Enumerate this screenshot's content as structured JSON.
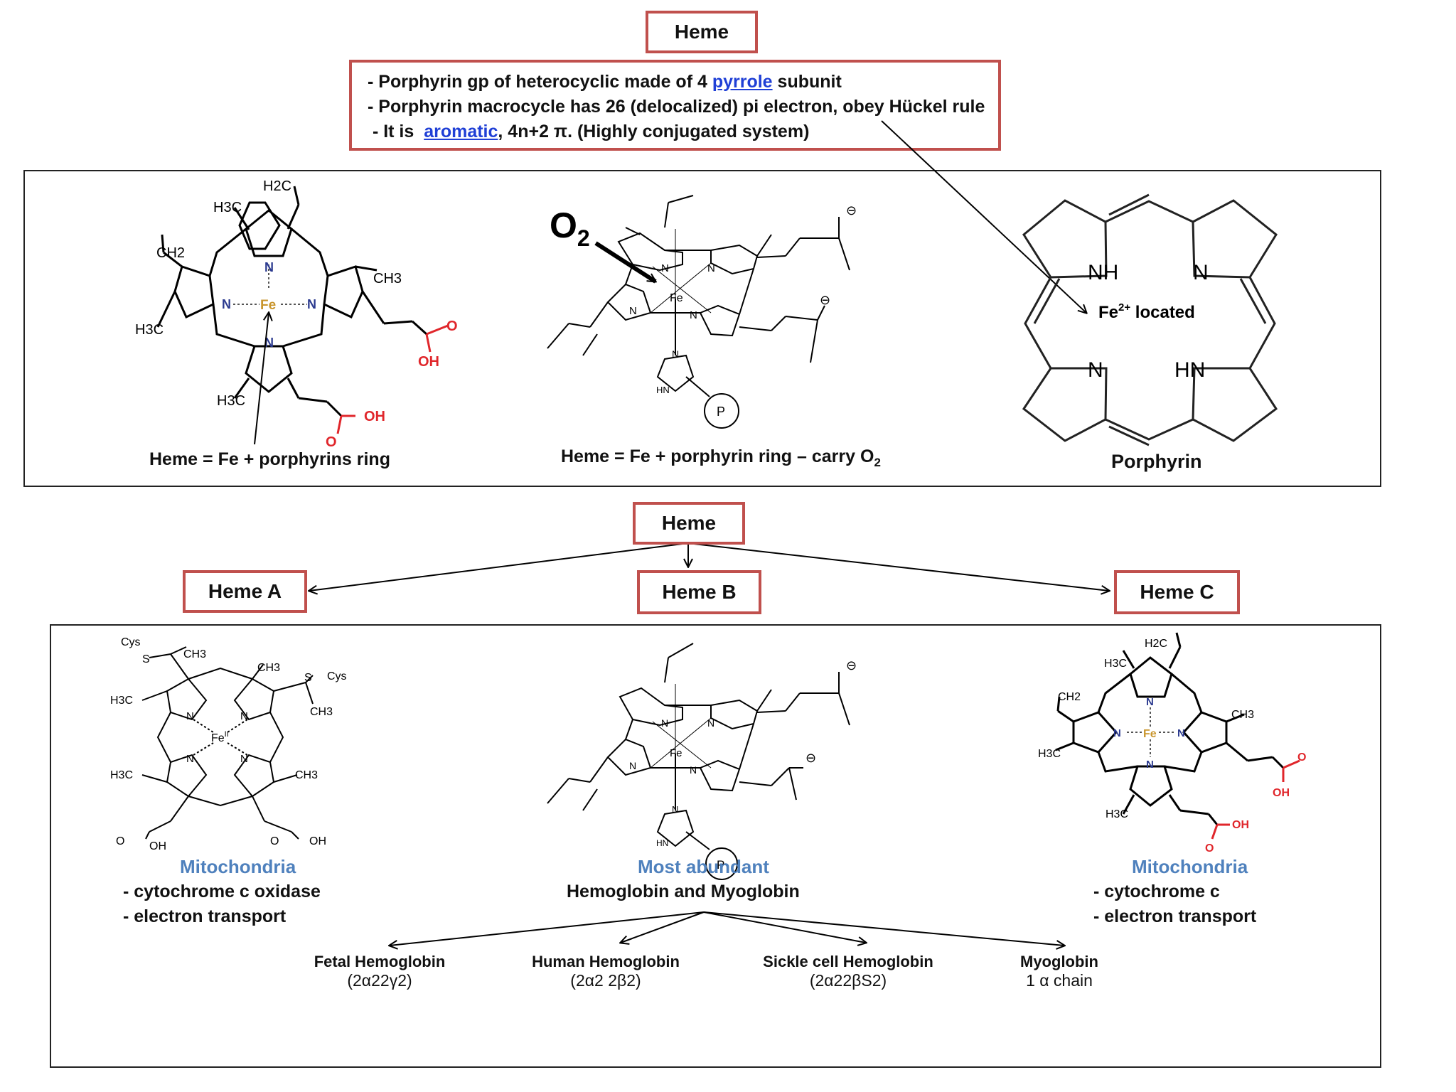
{
  "top_box": {
    "title": "Heme"
  },
  "info": {
    "line1_pre": "- Porphyrin gp of heterocyclic made of 4 ",
    "line1_link": "pyrrole",
    "line1_post": " subunit",
    "line2": "- Porphyrin macrocycle has 26 (delocalized) pi electron, obey  Hückel rule",
    "line3_pre": " - It is  ",
    "line3_link": "aromatic",
    "line3_post": ", 4n+2 π. (Highly conjugated system)"
  },
  "structures": {
    "heme_left_caption": "Heme = Fe + porphyrins ring",
    "heme_mid_caption_main": "Heme = Fe + porphyrin ring – carry O",
    "heme_mid_caption_sub": "2",
    "o2_label_main": "O",
    "o2_label_sub": "2",
    "porphyrin_caption": "Porphyrin",
    "fe_located_main": "Fe",
    "fe_located_sup": "2+",
    "fe_located_post": " located",
    "atom_nh": "NH",
    "atom_n": "N",
    "atom_hn": "HN",
    "atom_fe": "Fe",
    "atom_fe_ii": "Fe",
    "atom_fe_ii_sup": "II",
    "atom_h3c": "H3C",
    "atom_h2c": "H2C",
    "atom_ch2": "CH2",
    "atom_ch3": "CH3",
    "atom_oh": "OH",
    "atom_o": "O",
    "atom_cys": "Cys",
    "atom_s": "S",
    "atom_p": "P",
    "atom_hn_small": "HN",
    "atom_minus": "⊖"
  },
  "hierarchy": {
    "root": "Heme",
    "a": "Heme A",
    "b": "Heme B",
    "c": "Heme C"
  },
  "heme_a": {
    "location": "Mitochondria",
    "line1": "- cytochrome c oxidase",
    "line2": "- electron transport"
  },
  "heme_b": {
    "location": "Most abundant",
    "line1": "Hemoglobin and Myoglobin"
  },
  "heme_c": {
    "location": "Mitochondria",
    "line1": "- cytochrome c",
    "line2": "- electron transport"
  },
  "globins": [
    {
      "name": "Fetal Hemoglobin",
      "formula": "(2α22γ2)"
    },
    {
      "name": "Human Hemoglobin",
      "formula": "(2α2 2β2)"
    },
    {
      "name": "Sickle cell Hemoglobin",
      "formula": "(2α22βS2)"
    },
    {
      "name": "Myoglobin",
      "formula": "1 α chain"
    }
  ],
  "colors": {
    "box_border": "#c0504d",
    "location_blue": "#4f81bd",
    "link_blue": "#1f3fd6",
    "oxygen_red": "#e0262b",
    "nitrogen_blue": "#2b3a8f",
    "iron_gold": "#c9952c"
  }
}
